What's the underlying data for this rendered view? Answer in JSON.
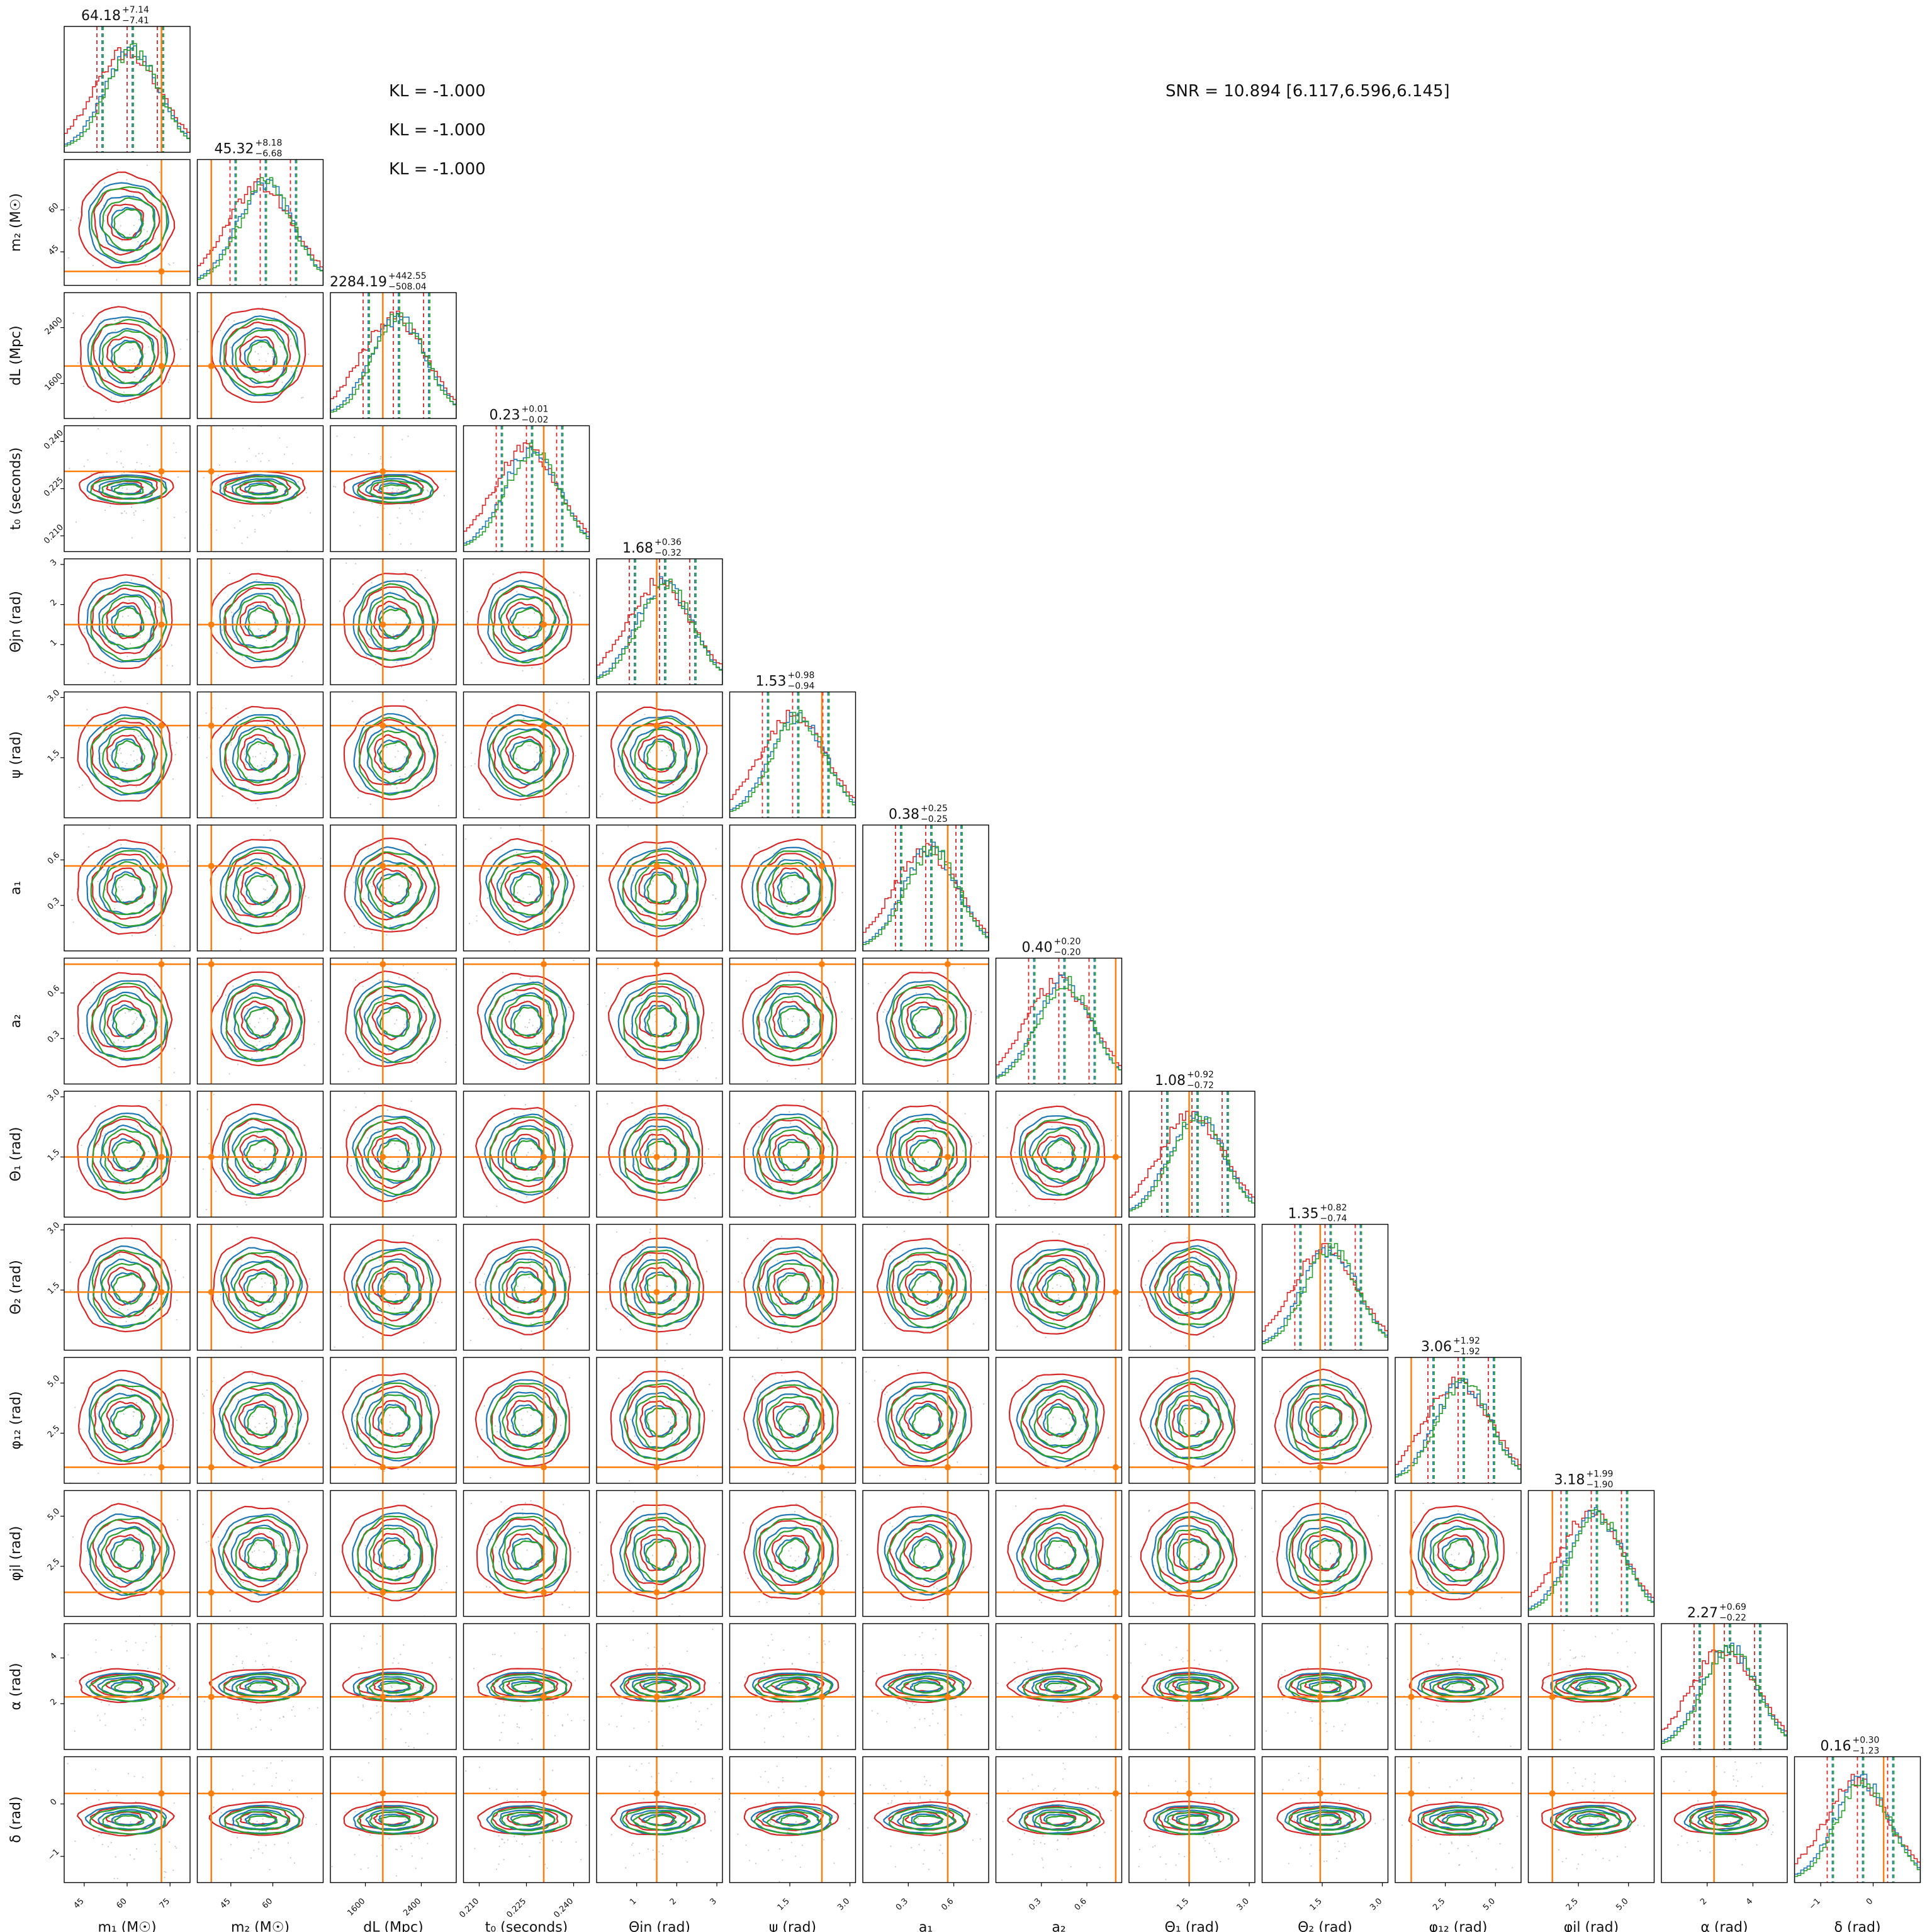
{
  "kl_lines": [
    "KL = -1.000",
    "KL = -1.000",
    "KL = -1.000"
  ],
  "snr_text": "SNR = 10.894 [6.117,6.596,6.145]",
  "colors": {
    "red": "#d62728",
    "blue": "#1f77b4",
    "green": "#2ca02c",
    "orange": "#ff7f0e",
    "scatter": "#888888"
  },
  "chart_data": {
    "type": "corner",
    "n_params": 14,
    "parameters": [
      {
        "label": "m₁ (M☉)",
        "title": "64.18",
        "up": "+7.14",
        "dn": "−7.41",
        "range": [
          38,
          82
        ],
        "ticks": [
          45,
          60,
          75
        ],
        "tick_labels": [
          "45",
          "60",
          "75"
        ],
        "truth": 72
      },
      {
        "label": "m₂ (M☉)",
        "title": "45.32",
        "up": "+8.18",
        "dn": "−6.68",
        "range": [
          33,
          78
        ],
        "ticks": [
          45,
          60
        ],
        "tick_labels": [
          "45",
          "60"
        ],
        "truth": 38
      },
      {
        "label": "dL (Mpc)",
        "title": "2284.19",
        "up": "+442.55",
        "dn": "−508.04",
        "range": [
          1100,
          2900
        ],
        "ticks": [
          1600,
          2400
        ],
        "tick_labels": [
          "1600",
          "2400"
        ],
        "truth": 1850
      },
      {
        "label": "t₀ (seconds)",
        "title": "0.23",
        "up": "+0.01",
        "dn": "−0.02",
        "range": [
          0.205,
          0.245
        ],
        "ticks": [
          0.21,
          0.225,
          0.24
        ],
        "tick_labels": [
          "0.210",
          "0.225",
          "0.240"
        ],
        "truth": 0.2305
      },
      {
        "label": "Θjn (rad)",
        "title": "1.68",
        "up": "+0.36",
        "dn": "−0.32",
        "range": [
          0,
          3.14
        ],
        "ticks": [
          1,
          2,
          3
        ],
        "tick_labels": [
          "1",
          "2",
          "3"
        ],
        "truth": 1.5
      },
      {
        "label": "ψ (rad)",
        "title": "1.53",
        "up": "+0.98",
        "dn": "−0.94",
        "range": [
          0,
          3.14
        ],
        "ticks": [
          1.5,
          3.0
        ],
        "tick_labels": [
          "1.5",
          "3.0"
        ],
        "truth": 2.3
      },
      {
        "label": "a₁",
        "title": "0.38",
        "up": "+0.25",
        "dn": "−0.25",
        "range": [
          0,
          0.83
        ],
        "ticks": [
          0.3,
          0.6
        ],
        "tick_labels": [
          "0.3",
          "0.6"
        ],
        "truth": 0.56
      },
      {
        "label": "a₂",
        "title": "0.40",
        "up": "+0.20",
        "dn": "−0.20",
        "range": [
          0,
          0.83
        ],
        "ticks": [
          0.3,
          0.6
        ],
        "tick_labels": [
          "0.3",
          "0.6"
        ],
        "truth": 0.79
      },
      {
        "label": "Θ₁ (rad)",
        "title": "1.08",
        "up": "+0.92",
        "dn": "−0.72",
        "range": [
          0,
          3.14
        ],
        "ticks": [
          1.5,
          3.0
        ],
        "tick_labels": [
          "1.5",
          "3.0"
        ],
        "truth": 1.5
      },
      {
        "label": "Θ₂ (rad)",
        "title": "1.35",
        "up": "+0.82",
        "dn": "−0.74",
        "range": [
          0,
          3.14
        ],
        "ticks": [
          1.5,
          3.0
        ],
        "tick_labels": [
          "1.5",
          "3.0"
        ],
        "truth": 1.45
      },
      {
        "label": "φ₁₂ (rad)",
        "title": "3.06",
        "up": "+1.92",
        "dn": "−1.92",
        "range": [
          0,
          6.28
        ],
        "ticks": [
          2.5,
          5.0
        ],
        "tick_labels": [
          "2.5",
          "5.0"
        ],
        "truth": 0.8
      },
      {
        "label": "φjl (rad)",
        "title": "3.18",
        "up": "+1.99",
        "dn": "−1.90",
        "range": [
          0,
          6.28
        ],
        "ticks": [
          2.5,
          5.0
        ],
        "tick_labels": [
          "2.5",
          "5.0"
        ],
        "truth": 1.2
      },
      {
        "label": "α (rad)",
        "title": "2.27",
        "up": "+0.69",
        "dn": "−0.22",
        "range": [
          0,
          5.5
        ],
        "ticks": [
          2,
          4
        ],
        "tick_labels": [
          "2",
          "4"
        ],
        "truth": 2.3
      },
      {
        "label": "δ (rad)",
        "title": "0.16",
        "up": "+0.30",
        "dn": "−1.23",
        "range": [
          -1.5,
          0.9
        ],
        "ticks": [
          -1,
          0
        ],
        "tick_labels": [
          "−1",
          "0"
        ],
        "truth": 0.2
      }
    ]
  }
}
